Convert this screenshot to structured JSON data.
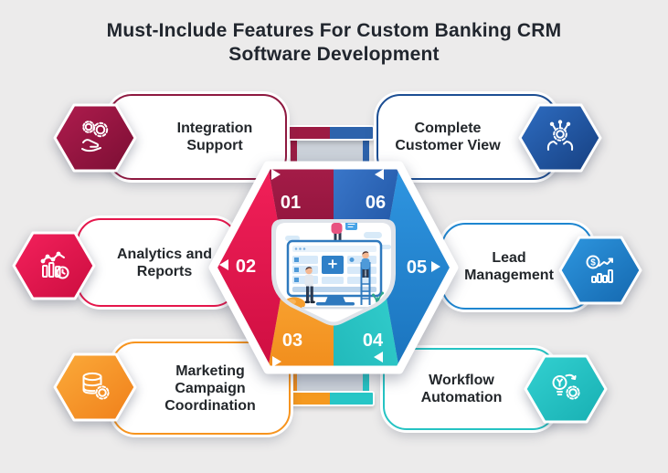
{
  "title": {
    "line1": "Must-Include Features For Custom Banking CRM",
    "line2": "Software Development"
  },
  "features": [
    {
      "num": "01",
      "label": "Integration Support",
      "lines": [
        "Integration",
        "Support"
      ],
      "color": "#8E1940",
      "icon": "gears-hand-icon",
      "position": "top-left",
      "arrow": "right"
    },
    {
      "num": "02",
      "label": "Analytics and Reports",
      "lines": [
        "Analytics and",
        "Reports"
      ],
      "color": "#E5164B",
      "icon": "bar-chart-clock-icon",
      "position": "middle-left",
      "arrow": "left"
    },
    {
      "num": "03",
      "label": "Marketing Campaign Coordination",
      "lines": [
        "Marketing",
        "Campaign",
        "Coordination"
      ],
      "color": "#F7941E",
      "icon": "database-gear-icon",
      "position": "bottom-left",
      "arrow": "right"
    },
    {
      "num": "04",
      "label": "Workflow Automation",
      "lines": [
        "Workflow",
        "Automation"
      ],
      "color": "#25C3C3",
      "icon": "bulb-gear-icon",
      "position": "bottom-right",
      "arrow": "left"
    },
    {
      "num": "05",
      "label": "Lead Management",
      "lines": [
        "Lead",
        "Management"
      ],
      "color": "#1E86D0",
      "icon": "coin-graph-icon",
      "position": "middle-right",
      "arrow": "right"
    },
    {
      "num": "06",
      "label": "Complete Customer View",
      "lines": [
        "Complete",
        "Customer View"
      ],
      "color": "#1C4E93",
      "icon": "hands-gear-icon",
      "position": "top-right",
      "arrow": "left"
    }
  ],
  "center": {
    "illustration": "crm-dashboard-teamwork",
    "shape": "shield-in-hexagon"
  },
  "colors": {
    "background": "#ECEBEB",
    "title_text": "#21262E",
    "card_text": "#23272B",
    "maroon": "#8E1940",
    "crimson": "#E5164B",
    "orange": "#F7941E",
    "teal": "#25C3C3",
    "blue": "#1E86D0",
    "dark_blue": "#1C4E93",
    "ribbon_gray": "#CBD1D9",
    "card_bg": "#FFFFFF"
  }
}
